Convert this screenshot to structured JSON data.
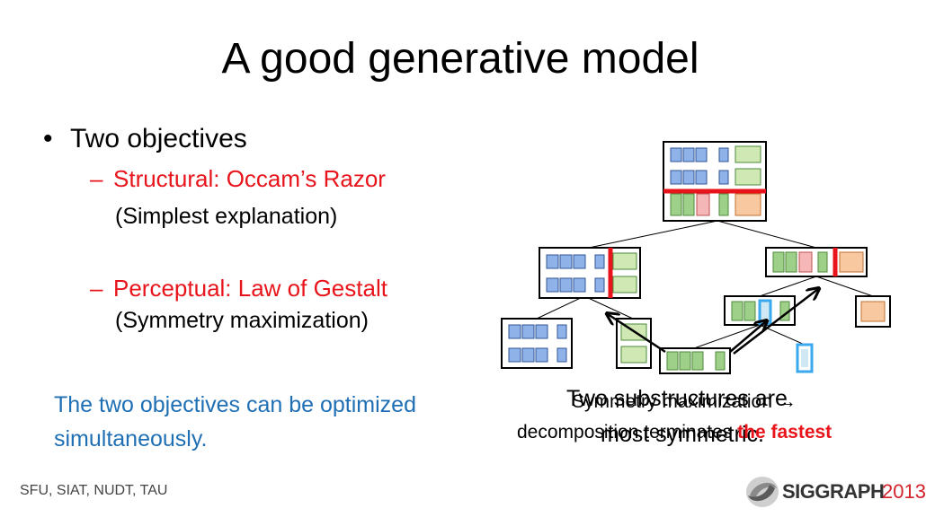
{
  "title": "A good generative model",
  "bullet": "Two objectives",
  "sub1": {
    "label": "Structural: Occam’s Razor",
    "note": "(Simplest explanation)"
  },
  "sub2": {
    "label": "Perceptual: Law of Gestalt",
    "note": "(Symmetry maximization)"
  },
  "conclusion": {
    "line1": "The two objectives can be optimized",
    "line2": "simultaneously."
  },
  "caption": {
    "a1": "Two substructures are",
    "a2": "most symmetric.",
    "b1": "Symmetry maximization →",
    "b2": "decomposition terminates",
    "b3": "the fastest"
  },
  "footer": "SFU, SIAT, NUDT, TAU",
  "logo": {
    "name": "SIGGRAPH",
    "year": "2013"
  },
  "colors": {
    "red": "#e8141b",
    "blue": "#1f6fb5",
    "box_blue": "#8fb2e8",
    "box_green": "#9fd08a",
    "box_pink": "#f4b6b6",
    "box_orange": "#f8c9a0",
    "cyan": "#3aa9ee"
  }
}
